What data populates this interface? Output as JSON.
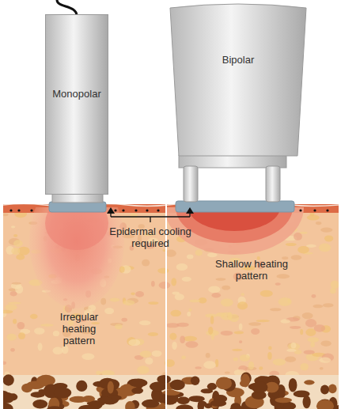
{
  "diagram": {
    "nodes": [
      {
        "text": [
          "Monopolar"
        ]
      },
      {
        "text": [
          "Bipolar"
        ]
      }
    ],
    "labels": [
      "Epidermal cooling required",
      "Irregular heating pattern",
      "Shallow heating pattern"
    ]
  }
}
